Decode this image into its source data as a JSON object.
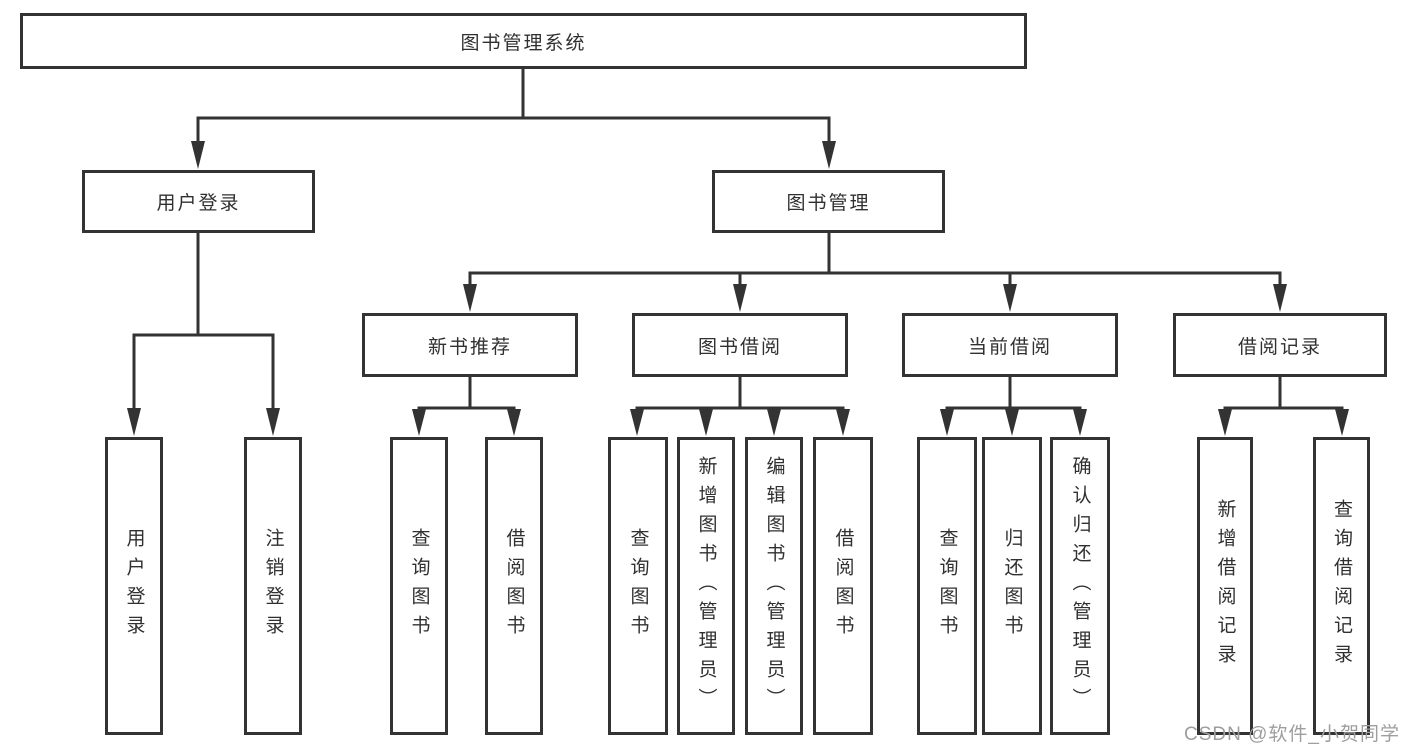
{
  "diagram": {
    "title": "图书管理系统",
    "level2": {
      "user_login": "用户登录",
      "book_management": "图书管理"
    },
    "level3": {
      "new_book_recommend": "新书推荐",
      "book_borrowing": "图书借阅",
      "current_borrowing": "当前借阅",
      "borrowing_records": "借阅记录"
    },
    "leaves": {
      "user_login_children": [
        "用户登录",
        "注销登录"
      ],
      "new_book_recommend_children": [
        "查询图书",
        "借阅图书"
      ],
      "book_borrowing_children": [
        "查询图书",
        "新增图书（管理员）",
        "编辑图书（管理员）",
        "借阅图书"
      ],
      "current_borrowing_children": [
        "查询图书",
        "归还图书",
        "确认归还（管理员）"
      ],
      "borrowing_records_children": [
        "新增借阅记录",
        "查询借阅记录"
      ]
    },
    "watermark": "CSDN @软件_小贺同学",
    "colors": {
      "line": "#333333",
      "text": "#303030",
      "watermark": "#9e9e9e",
      "background": "#ffffff"
    }
  }
}
